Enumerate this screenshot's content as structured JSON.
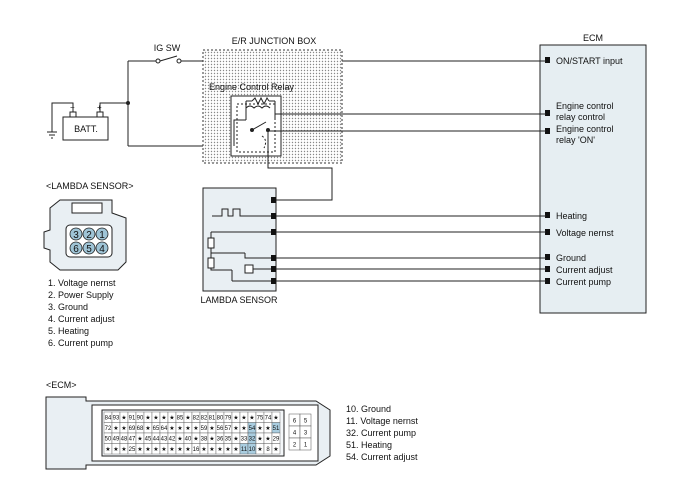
{
  "labels": {
    "ig_sw": "IG SW",
    "junction_box": "E/R JUNCTION BOX",
    "ecm": "ECM",
    "batt": "BATT.",
    "engine_control_relay": "Engine Control Relay",
    "lambda_sensor_title": "<LAMBDA SENSOR>",
    "lambda_sensor_caption": "LAMBDA SENSOR",
    "ecm_connector_title": "<ECM>"
  },
  "ecm_pins": [
    "ON/START input",
    [
      "Engine control",
      "relay control"
    ],
    [
      "Engine control",
      "relay 'ON'"
    ],
    "Heating",
    "Voltage nernst",
    "Ground",
    "Current adjust",
    "Current pump"
  ],
  "lambda_connector_pins": [
    "3",
    "2",
    "1",
    "6",
    "5",
    "4"
  ],
  "lambda_legend": [
    "1. Voltage nernst",
    "2. Power Supply",
    "3. Ground",
    "4. Current adjust",
    "5. Heating",
    "6. Current pump"
  ],
  "ecm_connector_rows": [
    [
      "84",
      "93",
      "★",
      "91",
      "90",
      "★",
      "★",
      "★",
      "★",
      "85",
      "★",
      "82",
      "82",
      "81",
      "80",
      "79",
      "★",
      "★",
      "★",
      "75",
      "74",
      "★"
    ],
    [
      "72",
      "★",
      "★",
      "69",
      "68",
      "★",
      "65",
      "64",
      "★",
      "★",
      "★",
      "★",
      "59",
      "★",
      "56",
      "57",
      "★",
      "★",
      "54",
      "★",
      "★",
      "51"
    ],
    [
      "50",
      "49",
      "48",
      "47",
      "★",
      "45",
      "44",
      "43",
      "42",
      "★",
      "40",
      "★",
      "38",
      "★",
      "36",
      "35",
      "★",
      "33",
      "32",
      "★",
      "★",
      "29"
    ],
    [
      "★",
      "★",
      "★",
      "25",
      "★",
      "★",
      "★",
      "★",
      "★",
      "★",
      "★",
      "16",
      "★",
      "★",
      "★",
      "★",
      "★",
      "11",
      "10",
      "★",
      "8",
      "★"
    ]
  ],
  "ecm_connector_side": [
    "6",
    "5",
    "4",
    "3",
    "2",
    "1"
  ],
  "ecm_legend": [
    "10. Ground",
    "11. Voltage nernst",
    "32. Current pump",
    "51. Heating",
    "54. Current adjust"
  ],
  "colors": {
    "ecm_box": "#e6eef2",
    "connector_fill": "#e9eff3",
    "pin_highlight": "#a9cde0",
    "lambda_cell": "#9fc4d6",
    "line": "#222222"
  }
}
